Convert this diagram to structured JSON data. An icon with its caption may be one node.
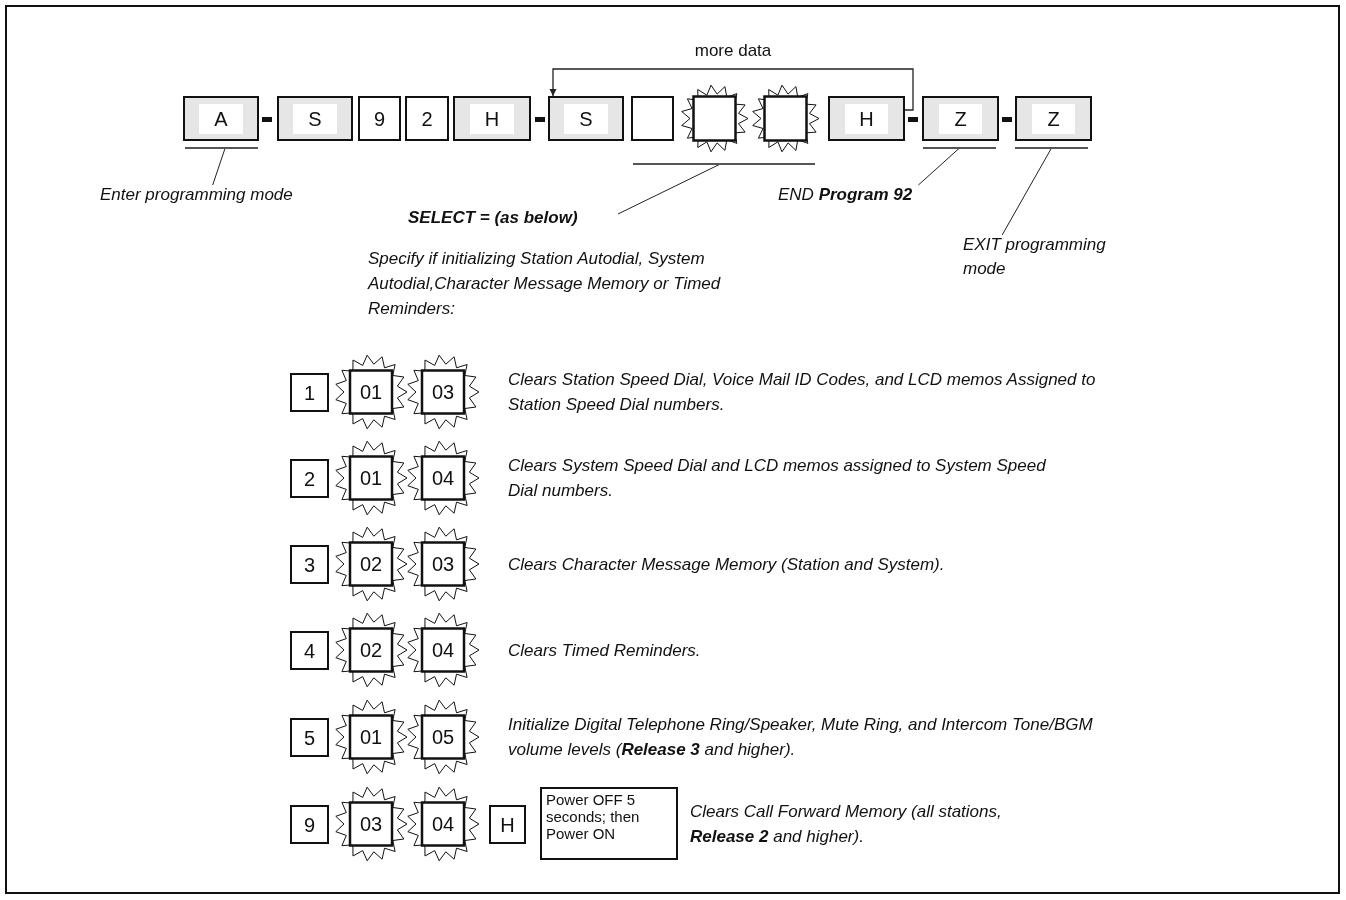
{
  "diagram": {
    "nodes": [
      {
        "text": [
          "A"
        ]
      },
      {
        "text": [
          "S"
        ]
      },
      {
        "text": [
          "9"
        ]
      },
      {
        "text": [
          "2"
        ]
      },
      {
        "text": [
          "H"
        ]
      },
      {
        "text": [
          "S"
        ]
      },
      {
        "text": [],
        "shape": "box"
      },
      {
        "text": [],
        "shape": "star"
      },
      {
        "text": [],
        "shape": "star"
      },
      {
        "text": [
          "H"
        ]
      },
      {
        "text": [
          "Z"
        ]
      },
      {
        "text": [
          "Z"
        ]
      },
      {
        "text": [],
        "shape": "bar"
      },
      {
        "text": [],
        "shape": "bar"
      },
      {
        "text": [],
        "shape": "bar"
      },
      {
        "text": [],
        "shape": "bar"
      },
      {
        "text": [
          "Enter programming mode"
        ]
      },
      {
        "text": [
          "SELECT = (as below)"
        ]
      },
      {
        "text": [
          "END **Program 92**"
        ]
      },
      {
        "text": [
          "EXIT programming mode"
        ]
      },
      {
        "text": [
          "1"
        ]
      },
      {
        "text": [
          "01"
        ]
      },
      {
        "text": [
          "03"
        ]
      },
      {
        "text": [
          "2"
        ]
      },
      {
        "text": [
          "01"
        ]
      },
      {
        "text": [
          "04"
        ]
      },
      {
        "text": [
          "3"
        ]
      },
      {
        "text": [
          "02"
        ]
      },
      {
        "text": [
          "03"
        ]
      },
      {
        "text": [
          "4"
        ]
      },
      {
        "text": [
          "02"
        ]
      },
      {
        "text": [
          "04"
        ]
      },
      {
        "text": [
          "5"
        ]
      },
      {
        "text": [
          "01"
        ]
      },
      {
        "text": [
          "05"
        ]
      },
      {
        "text": [
          "9"
        ]
      },
      {
        "text": [
          "03"
        ]
      },
      {
        "text": [
          "04"
        ]
      },
      {
        "text": [
          "H"
        ]
      },
      {
        "text": [
          "Power OFF 5 seconds; then Power ON"
        ]
      }
    ],
    "edges": [
      {
        "from": 9,
        "to": 5,
        "arrow": "to",
        "label": "more data"
      },
      {
        "from": 16,
        "to": 12,
        "arrow": "none"
      },
      {
        "from": 17,
        "to": 13,
        "arrow": "none"
      },
      {
        "from": 18,
        "to": 14,
        "arrow": "none"
      },
      {
        "from": 19,
        "to": 15,
        "arrow": "none"
      }
    ],
    "labels": [
      "Specify if initializing Station Autodial, System Autodial,Character Message Memory or Timed Reminders:",
      "Clears Station Speed Dial, Voice Mail ID Codes, and LCD memos Assigned to Station Speed Dial numbers.",
      "Clears System Speed Dial and LCD memos assigned to System Speed Dial numbers.",
      "Clears Character Message Memory (Station and System).",
      "Clears Timed Reminders.",
      "Initialize Digital Telephone Ring/Speaker, Mute Ring, and Intercom Tone/BGM volume levels (**Release 3** and higher).",
      "Clears Call Forward Memory (all stations, **Release 2** and higher)."
    ]
  }
}
